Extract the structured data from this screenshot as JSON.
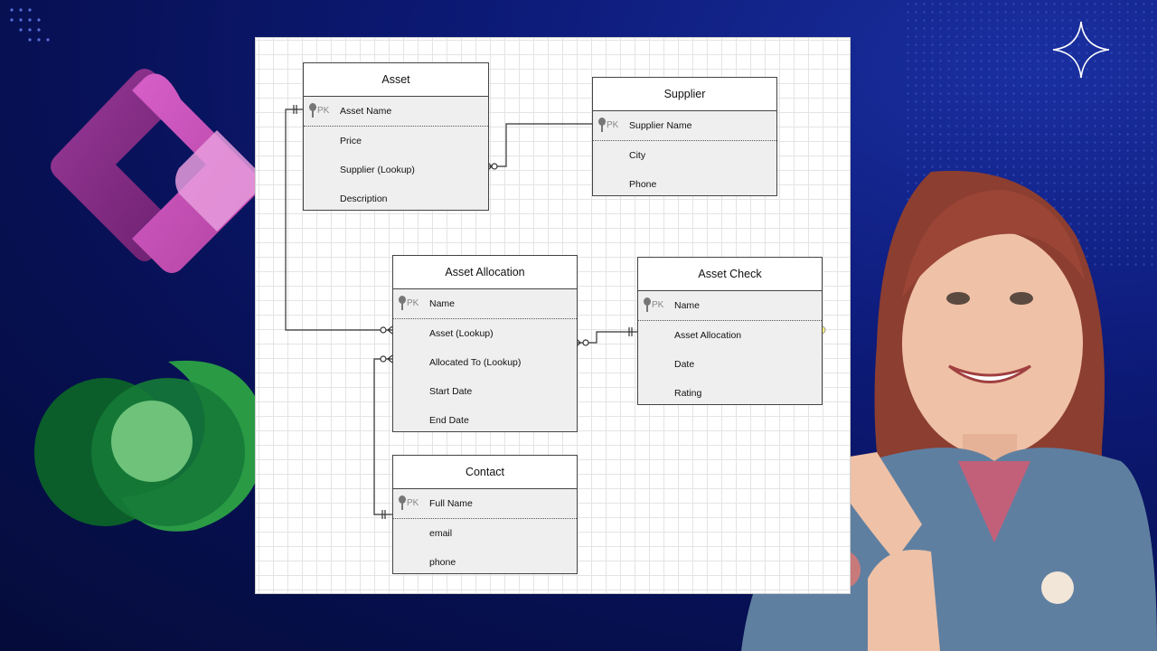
{
  "diagram": {
    "entities": [
      {
        "id": "asset",
        "title": "Asset",
        "pk_label": "PK",
        "fields": [
          "Asset Name",
          "Price",
          "Supplier (Lookup)",
          "Description"
        ]
      },
      {
        "id": "supplier",
        "title": "Supplier",
        "pk_label": "PK",
        "fields": [
          "Supplier Name",
          "City",
          "Phone"
        ]
      },
      {
        "id": "allocation",
        "title": "Asset Allocation",
        "pk_label": "PK",
        "fields": [
          "Name",
          "Asset (Lookup)",
          "Allocated To (Lookup)",
          "Start Date",
          "End Date"
        ]
      },
      {
        "id": "check",
        "title": "Asset Check",
        "pk_label": "PK",
        "fields": [
          "Name",
          "Asset Allocation",
          "Date",
          "Rating"
        ]
      },
      {
        "id": "contact",
        "title": "Contact",
        "pk_label": "PK",
        "fields": [
          "Full Name",
          "email",
          "phone"
        ]
      }
    ]
  },
  "theme": {
    "background": "#0d1b7a",
    "power_apps_colors": [
      "#742774",
      "#c04fb3",
      "#e28ad7"
    ],
    "dataverse_colors": [
      "#0b6a2e",
      "#1e8d3e",
      "#5fbf6a"
    ]
  },
  "icons": [
    "power-apps-logo",
    "dataverse-logo",
    "sparkle-icon",
    "key-icon"
  ]
}
